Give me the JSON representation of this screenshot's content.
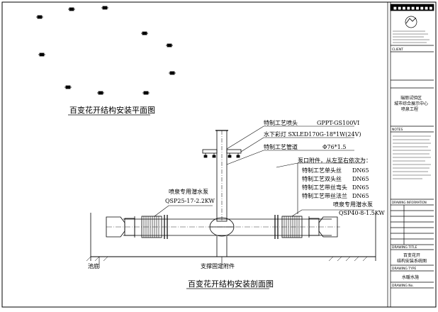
{
  "drawing": {
    "plan_title": "百变花开结构安装平面图",
    "section_title": "百变花开结构安装剖面图",
    "callouts": {
      "nozzle": "特制工艺喷头",
      "nozzle_model": "GPPT-GS100VI",
      "light": "水下彩灯 SXLED170G-18*1W(24V)",
      "pipe": "特制工艺管道",
      "pipe_size": "Φ76*1.5",
      "fittings_title": "泵口附件，从左至右依次为：",
      "fittings": [
        {
          "name": "特制工艺单头丝",
          "size": "DN65"
        },
        {
          "name": "特制工艺双头丝",
          "size": "DN65"
        },
        {
          "name": "特制工艺带丝弯头",
          "size": "DN65"
        },
        {
          "name": "特制工艺带丝法兰",
          "size": "DN65"
        }
      ],
      "pump_left_name": "喷泉专用潜水泵",
      "pump_left_model": "QSP25-17-2.2KW",
      "pump_right_name": "喷泉专用潜水泵",
      "pump_right_model": "QSP40-8-1.5KW",
      "pool_bottom": "池底",
      "support": "支撑固定附件"
    }
  },
  "title_block": {
    "top_banner": "■ ■ ■ ■ ■ ■ ■ ■ ■",
    "client_label": "CLIENT",
    "project_name_lines": [
      "瑞丽试验区",
      "城市综合展示中心",
      "喷泉工程"
    ],
    "notes_label": "NOTES",
    "drawing_info_label": "DRAWING INFORMATION",
    "drawing_title_label": "DRAWING TITLE",
    "drawing_title_lines": [
      "百变花开",
      "结构安装系统图"
    ],
    "drawing_type_label": "DRAWING TYPE",
    "drawing_type_value": "水暖水施",
    "drawing_no_label": "DRAWING No."
  },
  "colors": {
    "line": "#000000",
    "paper": "#ffffff"
  }
}
